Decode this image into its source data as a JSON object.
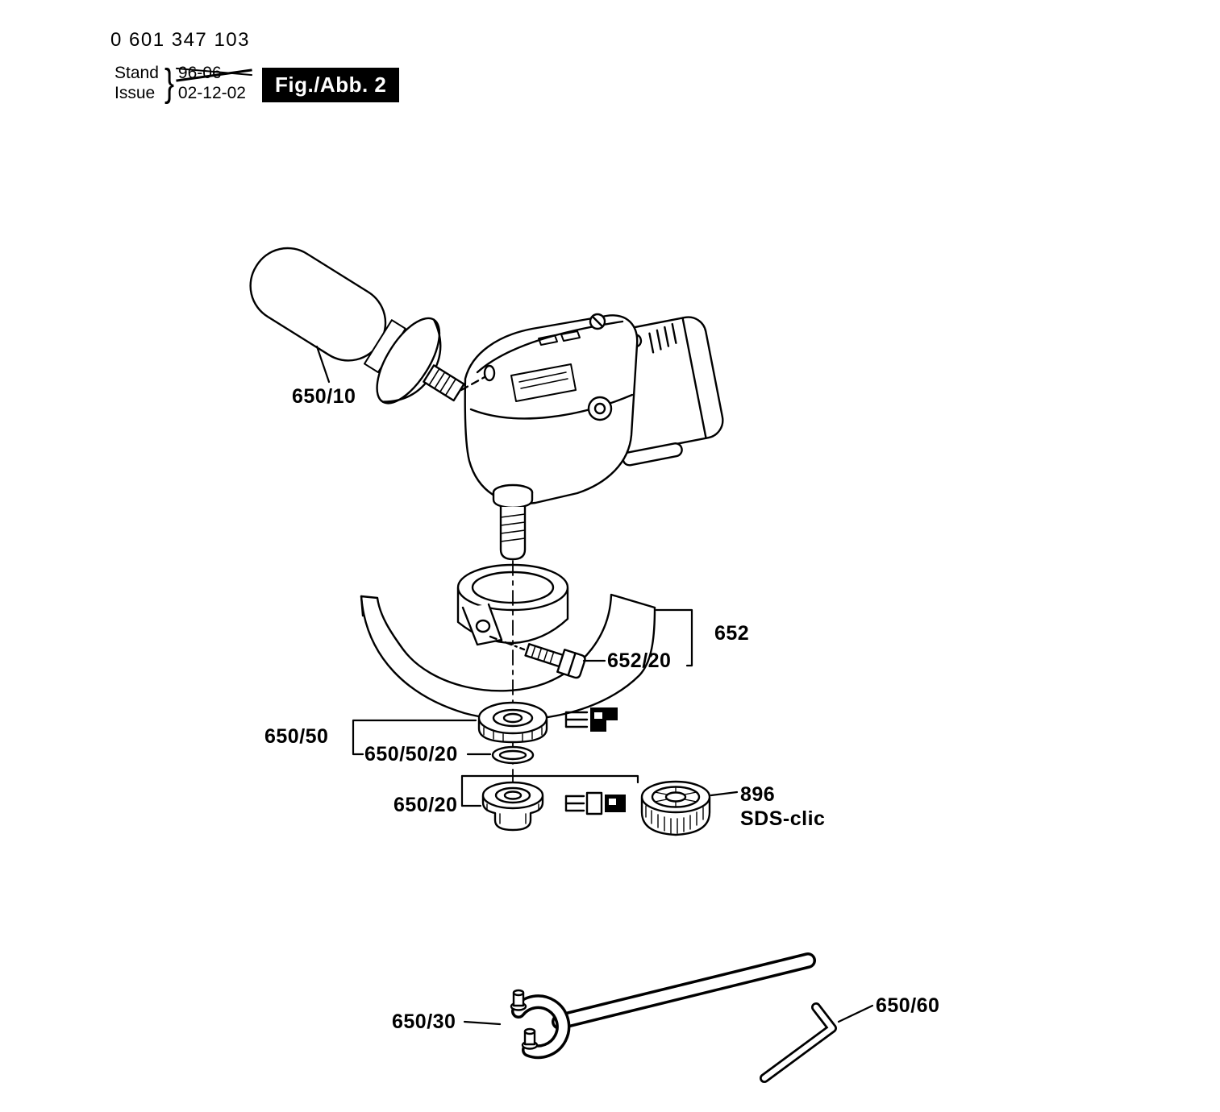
{
  "page": {
    "background": "#ffffff",
    "ink": "#000000"
  },
  "header": {
    "document_number": "0 601 347 103",
    "revision": {
      "stand_label": "Stand",
      "issue_label": "Issue",
      "brace": "}",
      "superseded_value": "96-06",
      "current_value": "02-12-02"
    },
    "figure_badge": {
      "label": "Fig./Abb. 2",
      "background": "#000000",
      "color": "#ffffff"
    }
  },
  "callouts": {
    "auxiliary_handle": "650/10",
    "guard_assembly": "652",
    "guard_clamp_screw": "652/20",
    "mounting_flange": "650/50",
    "flange_o_ring": "650/50/20",
    "clamping_nut": "650/20",
    "quick_nut_ref": "896",
    "quick_nut_name": "SDS-clic",
    "pin_spanner": "650/30",
    "hex_key": "650/60"
  }
}
